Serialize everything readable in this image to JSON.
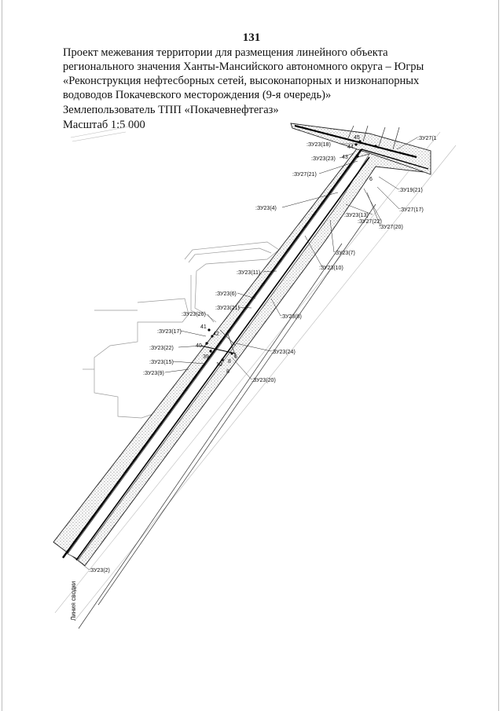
{
  "page_number": "131",
  "title_lines": [
    "Проект межевания территории для размещения линейного объекта",
    "регионального значения Ханты-Мансийского автономного округа – Югры",
    "«Реконструкция нефтесборных сетей, высоконапорных и низконапорных",
    "водоводов Покачевского месторождения (9-я очередь)»"
  ],
  "land_user": "Землепользователь ТПП «Покачевнефтегаз»",
  "scale": "Масштаб 1:5 000",
  "linia_label": "Линия сводки",
  "parcels": [
    {
      "label": ":ЗУ23(18)"
    },
    {
      "label": ":ЗУ27(1"
    },
    {
      "label": ":ЗУ23(23)"
    },
    {
      "label": ":ЗУ27(21)"
    },
    {
      "label": ":ЗУ19(21)"
    },
    {
      "label": ":ЗУ23(4)"
    },
    {
      "label": ":ЗУ23(13)"
    },
    {
      "label": ":ЗУ27(17)"
    },
    {
      "label": ":ЗУ27(22)"
    },
    {
      "label": ":ЗУ27(20)"
    },
    {
      "label": ":ЗУ23(7)"
    },
    {
      "label": ":ЗУ23(10)"
    },
    {
      "label": ":ЗУ23(11)"
    },
    {
      "label": ":ЗУ23(6)"
    },
    {
      "label": ":ЗУ23(21)"
    },
    {
      "label": ":ЗУ23(8)"
    },
    {
      "label": ":ЗУ23(26)"
    },
    {
      "label": ":ЗУ23(17)"
    },
    {
      "label": ":ЗУ23(24)"
    },
    {
      "label": ":ЗУ23(22)"
    },
    {
      "label": ":ЗУ23(15)"
    },
    {
      "label": ":ЗУ23(9)"
    },
    {
      "label": ":ЗУ23(20)"
    },
    {
      "label": ":ЗУ23(2)"
    }
  ],
  "points": [
    "45",
    "44",
    "43",
    "6",
    "41",
    "42",
    "40",
    "39",
    "8",
    "10",
    "6",
    "8"
  ]
}
